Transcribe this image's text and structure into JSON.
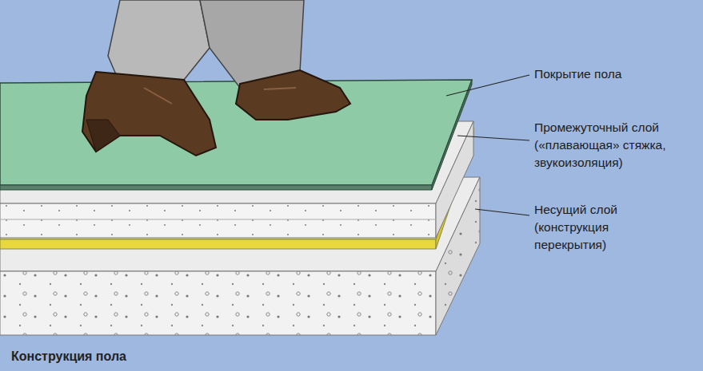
{
  "diagram": {
    "caption": "Конструкция пола",
    "labels": [
      "Покрытие пола",
      "Промежуточный слой («плавающая» стяжка, звукоизоляция)",
      "Несущий слой (конструкция перекрытия)"
    ]
  }
}
